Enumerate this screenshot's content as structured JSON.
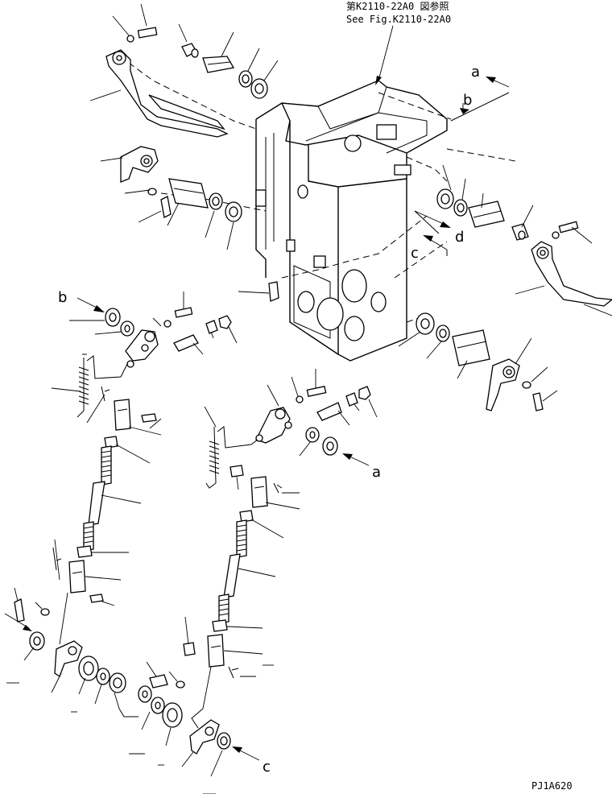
{
  "reference_note": {
    "line1": "第K2110-22A0 図参照",
    "line2": "See Fig.K2110-22A0"
  },
  "view_labels": {
    "a_top": "a",
    "b_top": "b",
    "d": "d",
    "c_top": "c",
    "b_left": "b",
    "a_mid": "a",
    "c_bottom": "c"
  },
  "drawing_code": "PJ1A620"
}
